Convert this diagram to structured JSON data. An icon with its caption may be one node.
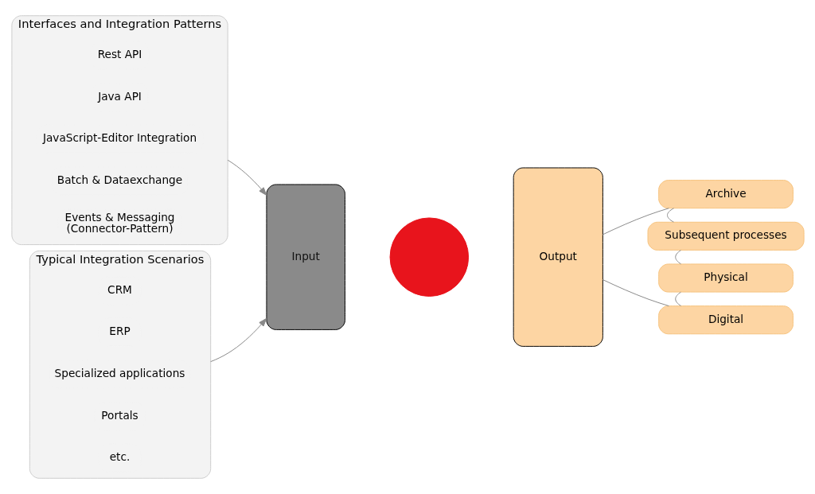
{
  "diagram": {
    "nodes": [
      {
        "text": [
          "Interfaces and Integration Patterns"
        ]
      },
      {
        "text": [
          "Rest API"
        ],
        "in": 0
      },
      {
        "text": [
          "Java API"
        ],
        "in": 0
      },
      {
        "text": [
          "JavaScript-Editor Integration"
        ],
        "in": 0
      },
      {
        "text": [
          "Batch & Dataexchange"
        ],
        "in": 0
      },
      {
        "text": [
          "Events & Messaging",
          "(Connector-Pattern)"
        ],
        "in": 0
      },
      {
        "text": [
          "Typical Integration Scenarios"
        ]
      },
      {
        "text": [
          "CRM"
        ],
        "in": 6
      },
      {
        "text": [
          "ERP"
        ],
        "in": 6
      },
      {
        "text": [
          "Specialized applications"
        ],
        "in": 6
      },
      {
        "text": [
          "Portals"
        ],
        "in": 6
      },
      {
        "text": [
          "etc."
        ],
        "in": 6
      },
      {
        "text": [
          "Input"
        ]
      },
      {
        "text": [],
        "shape": "circle"
      },
      {
        "text": [
          "Output"
        ]
      },
      {
        "text": [
          "Digital"
        ]
      },
      {
        "text": [
          "Physical"
        ]
      },
      {
        "text": [
          "Subsequent processes"
        ]
      },
      {
        "text": [
          "Archive"
        ]
      }
    ],
    "edges": [
      {
        "from": 0,
        "to": 12,
        "arrow": "to"
      },
      {
        "from": 6,
        "to": 12,
        "arrow": "to"
      },
      {
        "from": 14,
        "to": 15,
        "arrow": "none"
      },
      {
        "from": 14,
        "to": 18,
        "arrow": "none"
      },
      {
        "from": 15,
        "to": 16,
        "arrow": "none"
      },
      {
        "from": 16,
        "to": 17,
        "arrow": "none"
      },
      {
        "from": 17,
        "to": 18,
        "arrow": "none"
      }
    ]
  }
}
